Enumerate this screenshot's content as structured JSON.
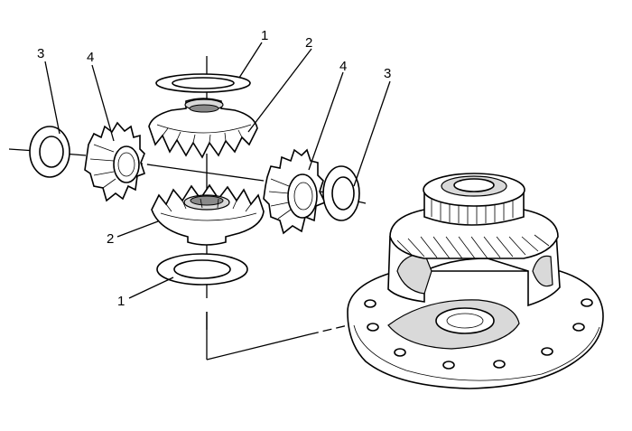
{
  "callouts": {
    "c1_top": "1",
    "c2_top": "2",
    "c3_left": "3",
    "c4_left": "4",
    "c4_right": "4",
    "c3_right": "3",
    "c2_bottom": "2",
    "c1_bottom": "1"
  },
  "colors": {
    "line": "#000000",
    "light_shade": "#d9d9d9",
    "dark_shade": "#8a8a8a",
    "background": "#ffffff"
  }
}
